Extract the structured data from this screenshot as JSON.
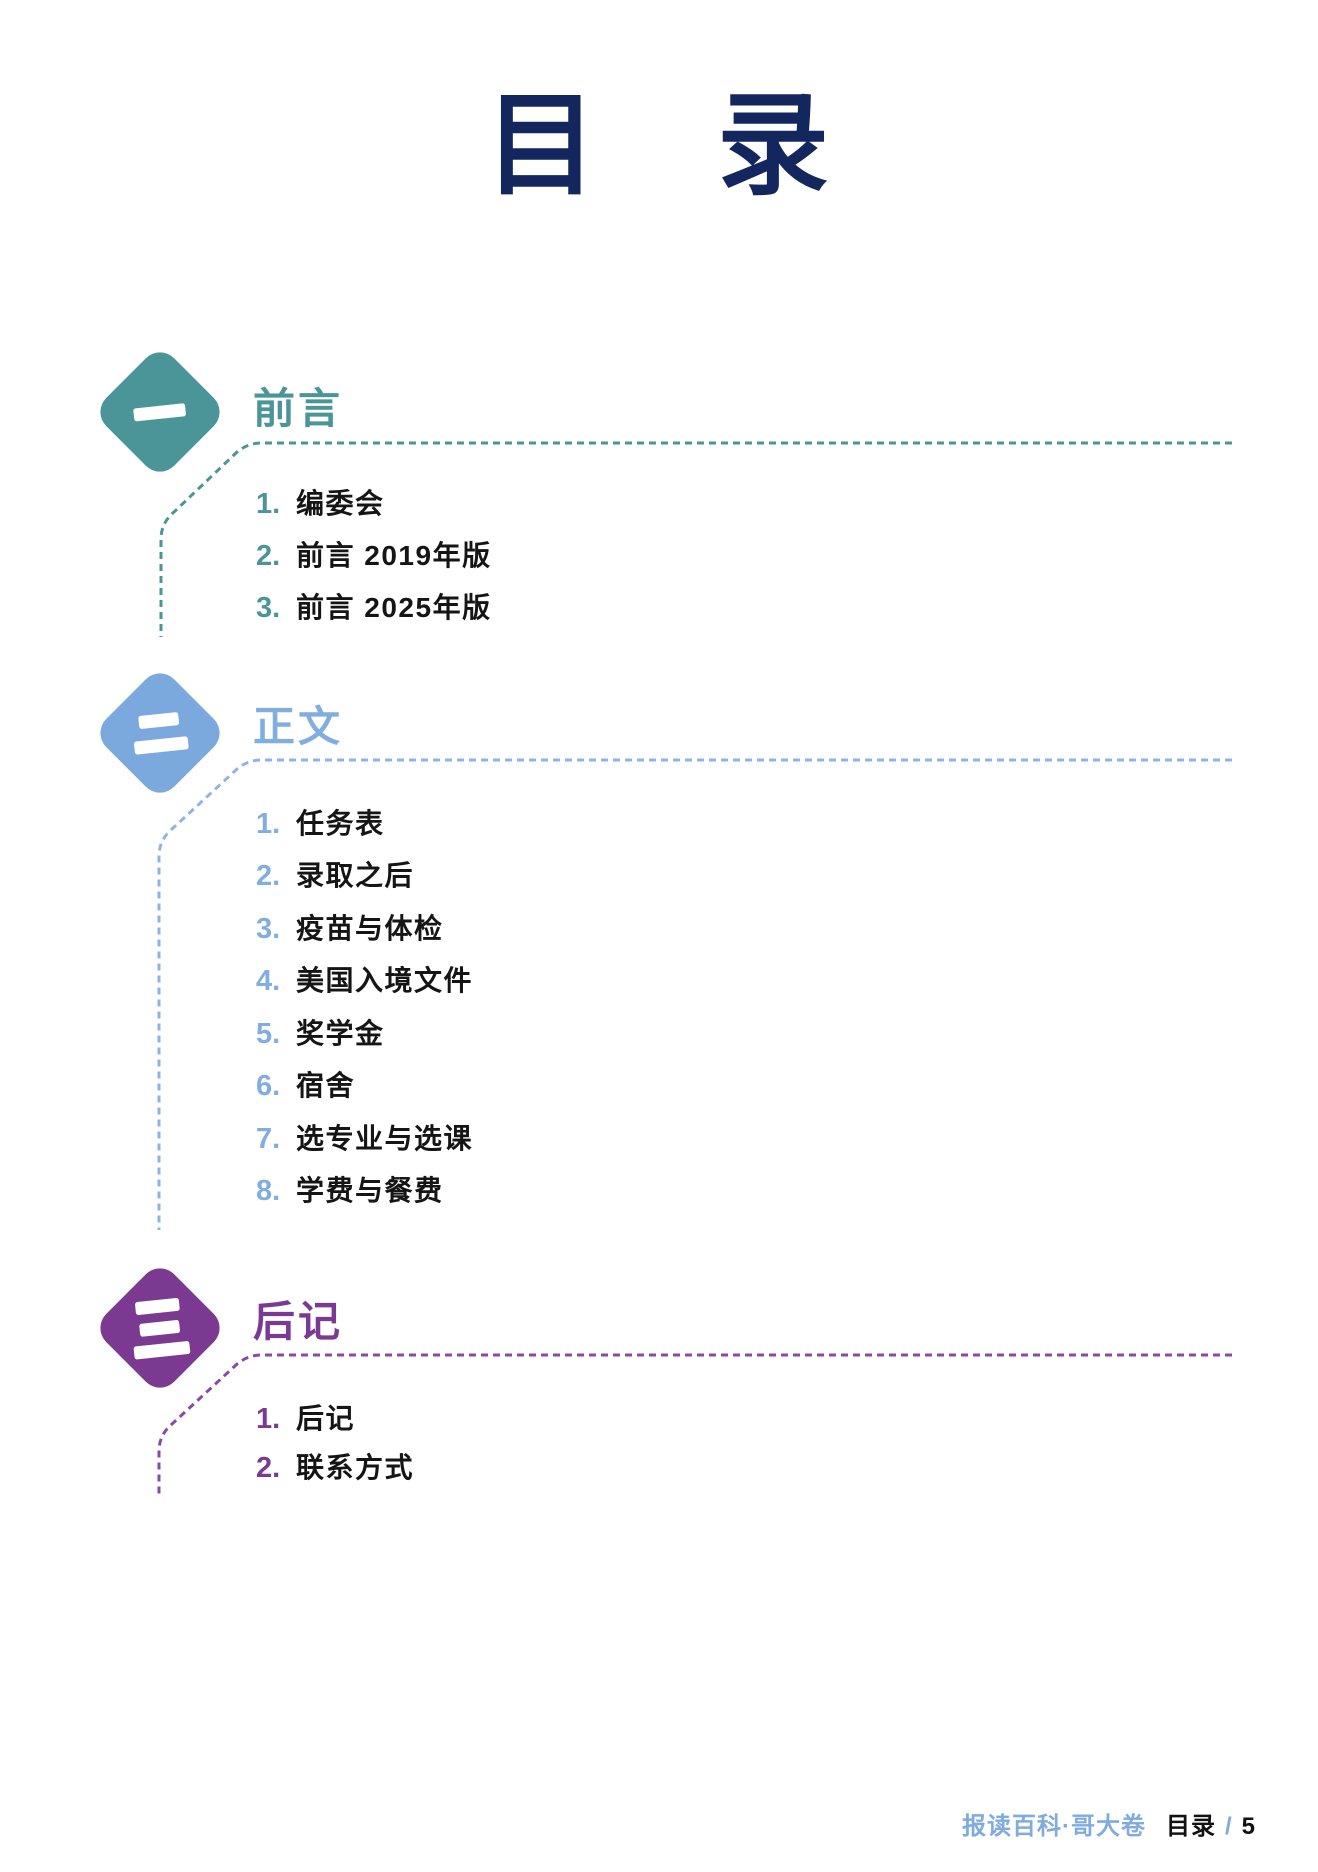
{
  "page": {
    "title": "目　录",
    "footer": {
      "book_title": "报读百科·哥大卷",
      "current_section": "目录",
      "separator": "/",
      "page_number": "5"
    }
  },
  "colors": {
    "title_navy": "#14265E",
    "teal": "#4B9598",
    "blue": "#7CA9DD",
    "purple": "#7B3A92",
    "item_text": "#151515",
    "footer_blue": "#7FABDE"
  },
  "sections": [
    {
      "number_glyph": "一",
      "title": "前言",
      "color": "#4B9598",
      "items": [
        {
          "num": "1.",
          "label": "编委会"
        },
        {
          "num": "2.",
          "label": "前言 2019年版"
        },
        {
          "num": "3.",
          "label": "前言 2025年版"
        }
      ]
    },
    {
      "number_glyph": "二",
      "title": "正文",
      "color": "#7CA9DD",
      "items": [
        {
          "num": "1.",
          "label": "任务表"
        },
        {
          "num": "2.",
          "label": "录取之后"
        },
        {
          "num": "3.",
          "label": "疫苗与体检"
        },
        {
          "num": "4.",
          "label": "美国入境文件"
        },
        {
          "num": "5.",
          "label": "奖学金"
        },
        {
          "num": "6.",
          "label": "宿舍"
        },
        {
          "num": "7.",
          "label": "选专业与选课"
        },
        {
          "num": "8.",
          "label": "学费与餐费"
        }
      ]
    },
    {
      "number_glyph": "三",
      "title": "后记",
      "color": "#7B3A92",
      "items": [
        {
          "num": "1.",
          "label": "后记"
        },
        {
          "num": "2.",
          "label": "联系方式"
        }
      ]
    }
  ]
}
